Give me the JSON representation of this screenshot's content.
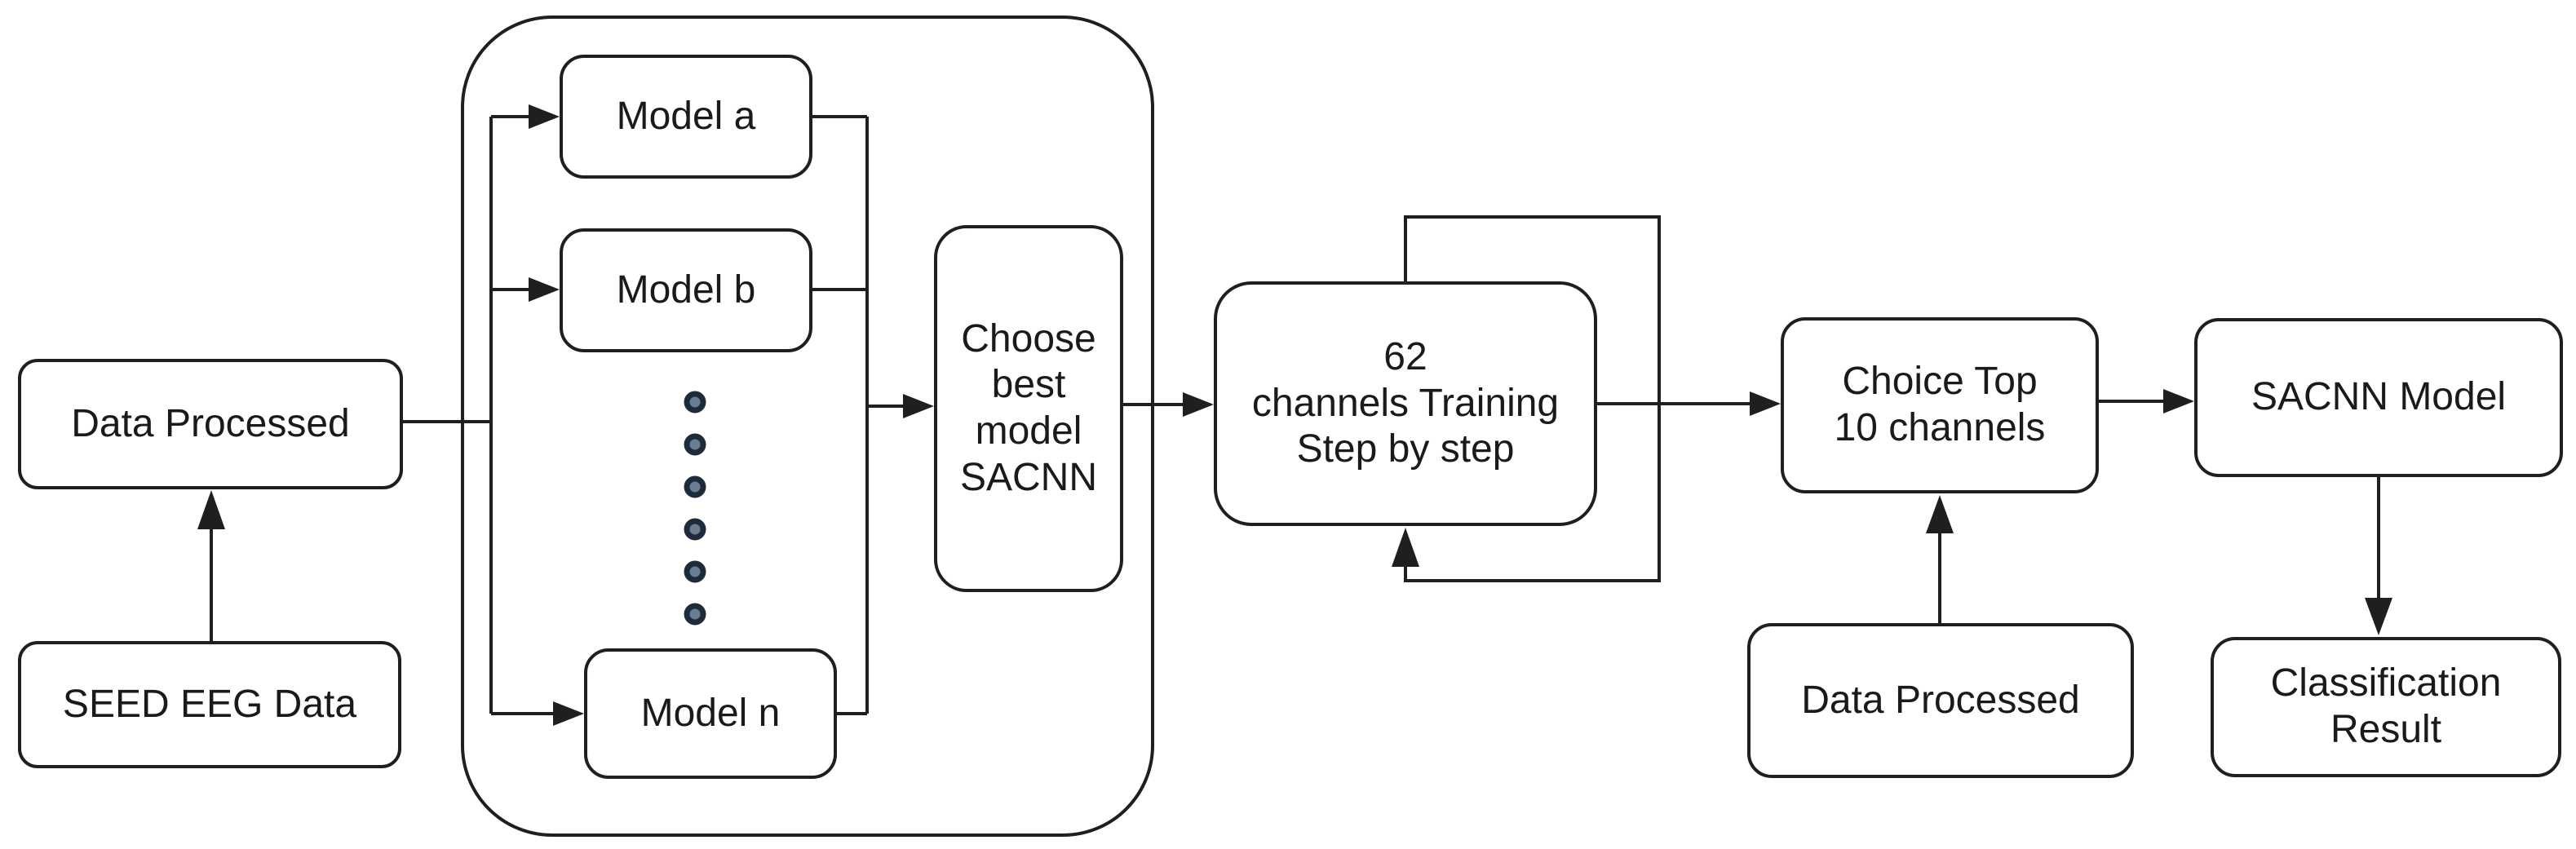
{
  "figure": {
    "colors": {
      "bg": "#ffffff",
      "stroke": "#1f1f1f",
      "text": "#1a1a1a",
      "dot-fill": "#6b7e91",
      "dot-stroke": "#1e2b3a"
    },
    "nodes": {
      "data_processed_left": {
        "label": "Data Processed"
      },
      "seed_eeg_data": {
        "label": "SEED EEG Data"
      },
      "model_a": {
        "label": "Model a"
      },
      "model_b": {
        "label": "Model b"
      },
      "model_n": {
        "label": "Model n"
      },
      "choose_best_model": {
        "label": "Choose\nbest\nmodel\nSACNN"
      },
      "channels_training": {
        "label": "62\nchannels Training\nStep by step"
      },
      "choice_top_channels": {
        "label": "Choice Top\n10 channels"
      },
      "sacnn_model": {
        "label": "SACNN Model"
      },
      "data_processed_right": {
        "label": "Data Processed"
      },
      "classification_result": {
        "label": "Classification\nResult"
      }
    }
  }
}
